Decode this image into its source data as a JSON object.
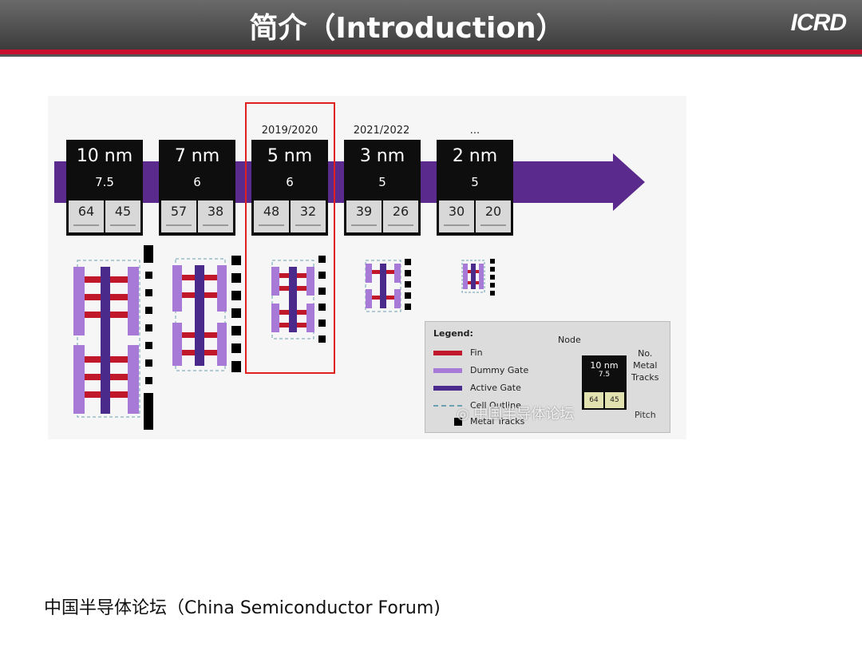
{
  "header": {
    "title": "简介（Introduction）",
    "logo": "ICRD",
    "accent_color": "#c8102e"
  },
  "roadmap": {
    "years": [
      {
        "label": "2019/2020"
      },
      {
        "label": "2021/2022"
      },
      {
        "label": "..."
      }
    ],
    "nodes": [
      {
        "name": "10 nm",
        "tracks": "7.5",
        "gate_pitch": "64",
        "metal_pitch": "45"
      },
      {
        "name": "7 nm",
        "tracks": "6",
        "gate_pitch": "57",
        "metal_pitch": "38"
      },
      {
        "name": "5 nm",
        "tracks": "6",
        "gate_pitch": "48",
        "metal_pitch": "32"
      },
      {
        "name": "3 nm",
        "tracks": "5",
        "gate_pitch": "39",
        "metal_pitch": "26"
      },
      {
        "name": "2 nm",
        "tracks": "5",
        "gate_pitch": "30",
        "metal_pitch": "20"
      }
    ],
    "arrow_color": "#5a2a8c",
    "highlight_color": "#e0201e"
  },
  "legend": {
    "title": "Legend:",
    "items": [
      {
        "label": "Fin",
        "color": "#c0182a"
      },
      {
        "label": "Dummy Gate",
        "color": "#a87ad8"
      },
      {
        "label": "Active Gate",
        "color": "#4a2a8a"
      },
      {
        "label": "Cell Outline",
        "color": "#6aa0b0"
      },
      {
        "label": "Metal Tracks",
        "color": "#000000"
      }
    ],
    "node_label": "Node",
    "tracks_label_1": "No.",
    "tracks_label_2": "Metal",
    "tracks_label_3": "Tracks",
    "sample_node": "10 nm",
    "sample_tracks": "7.5",
    "sample_gate": "64",
    "sample_metal": "45",
    "pitch_label": "Pitch"
  },
  "watermark": "中国半导体论坛",
  "footer": "中国半导体论坛（China Semiconductor Forum)"
}
